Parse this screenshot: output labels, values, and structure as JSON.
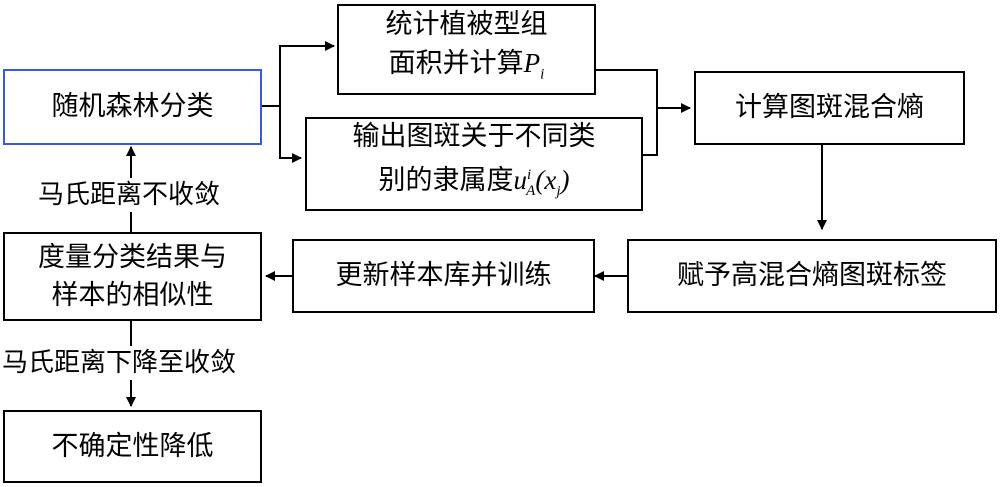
{
  "nodes": {
    "rf": "随机森林分类",
    "stat_line1": "统计植被型组",
    "stat_line2": "面积并计算",
    "stat_sym": "P",
    "stat_sub": "i",
    "out_line1": "输出图斑关于不同类",
    "out_line2": "别的隶属度",
    "out_sym_u": "u",
    "out_sym_sup": "i",
    "out_sym_sub": "A",
    "out_sym_paren_open": "(x",
    "out_sym_sub2": "j",
    "out_sym_paren_close": ")",
    "entropy": "计算图斑混合熵",
    "assign": "赋予高混合熵图斑标签",
    "update": "更新样本库并训练",
    "measure_line1": "度量分类结果与",
    "measure_line2": "样本的相似性",
    "final": "不确定性降低"
  },
  "edge_labels": {
    "not_converge": "马氏距离不收敛",
    "converge": "马氏距离下降至收敛"
  }
}
